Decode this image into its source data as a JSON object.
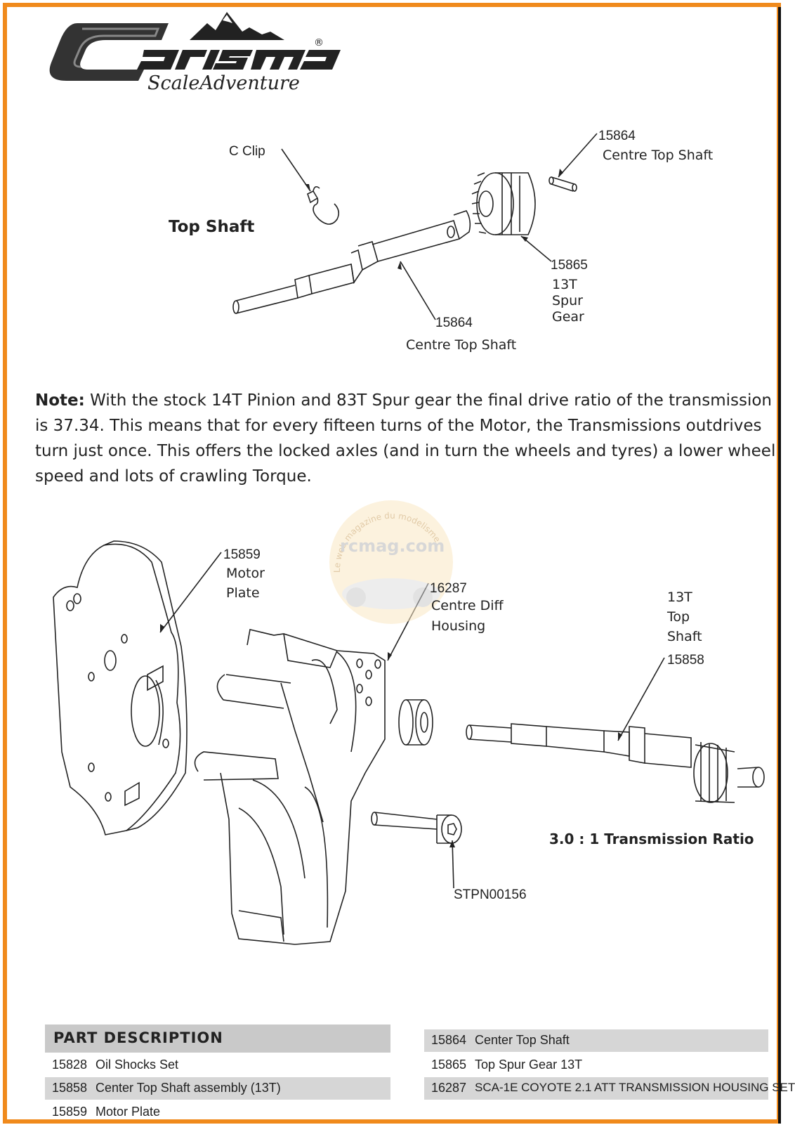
{
  "brand": {
    "name": "Carisma",
    "tagline": "ScaleAdventure",
    "registered_mark": "®"
  },
  "watermark": {
    "site": "rcmag.com",
    "arc_text": "Le web magazine du modelisme"
  },
  "top_section": {
    "heading": "Top Shaft",
    "labels": {
      "c_clip": "C Clip",
      "pin_num": "15864",
      "pin_name": "Centre Top Shaft",
      "gear_num": "15865",
      "gear_l1": "13T",
      "gear_l2": "Spur",
      "gear_l3": "Gear",
      "shaft_num": "15864",
      "shaft_name": "Centre Top Shaft"
    }
  },
  "note": {
    "lead": "Note:",
    "text": " With the stock 14T Pinion and 83T Spur gear the final drive ratio of the transmission is 37.34. This means that for every fifteen turns of the Motor, the Transmissions outdrives turn just once. This offers the locked axles (and in turn the wheels and tyres) a lower wheel speed and lots of crawling Torque."
  },
  "bottom_section": {
    "labels": {
      "motor_plate_num": "15859",
      "motor_plate_l1": "Motor",
      "motor_plate_l2": "Plate",
      "housing_num": "16287",
      "housing_l1": "Centre Diff",
      "housing_l2": "Housing",
      "top_shaft_l1": "13T",
      "top_shaft_l2": "Top",
      "top_shaft_l3": "Shaft",
      "top_shaft_num": "15858",
      "screw_num": "STPN00156"
    },
    "ratio_text": "3.0 : 1 Transmission Ratio"
  },
  "parts_table": {
    "header": "PART  DESCRIPTION",
    "left": [
      {
        "num": "15828",
        "desc": "Oil Shocks Set"
      },
      {
        "num": "15858",
        "desc": "Center Top Shaft assembly (13T)"
      },
      {
        "num": "15859",
        "desc": "Motor Plate"
      }
    ],
    "right": [
      {
        "num": "15864",
        "desc": "Center Top Shaft"
      },
      {
        "num": "15865",
        "desc": "Top Spur Gear 13T"
      },
      {
        "num": "16287",
        "desc": "SCA-1E COYOTE 2.1 ATT TRANSMISSION HOUSING SET"
      }
    ]
  }
}
